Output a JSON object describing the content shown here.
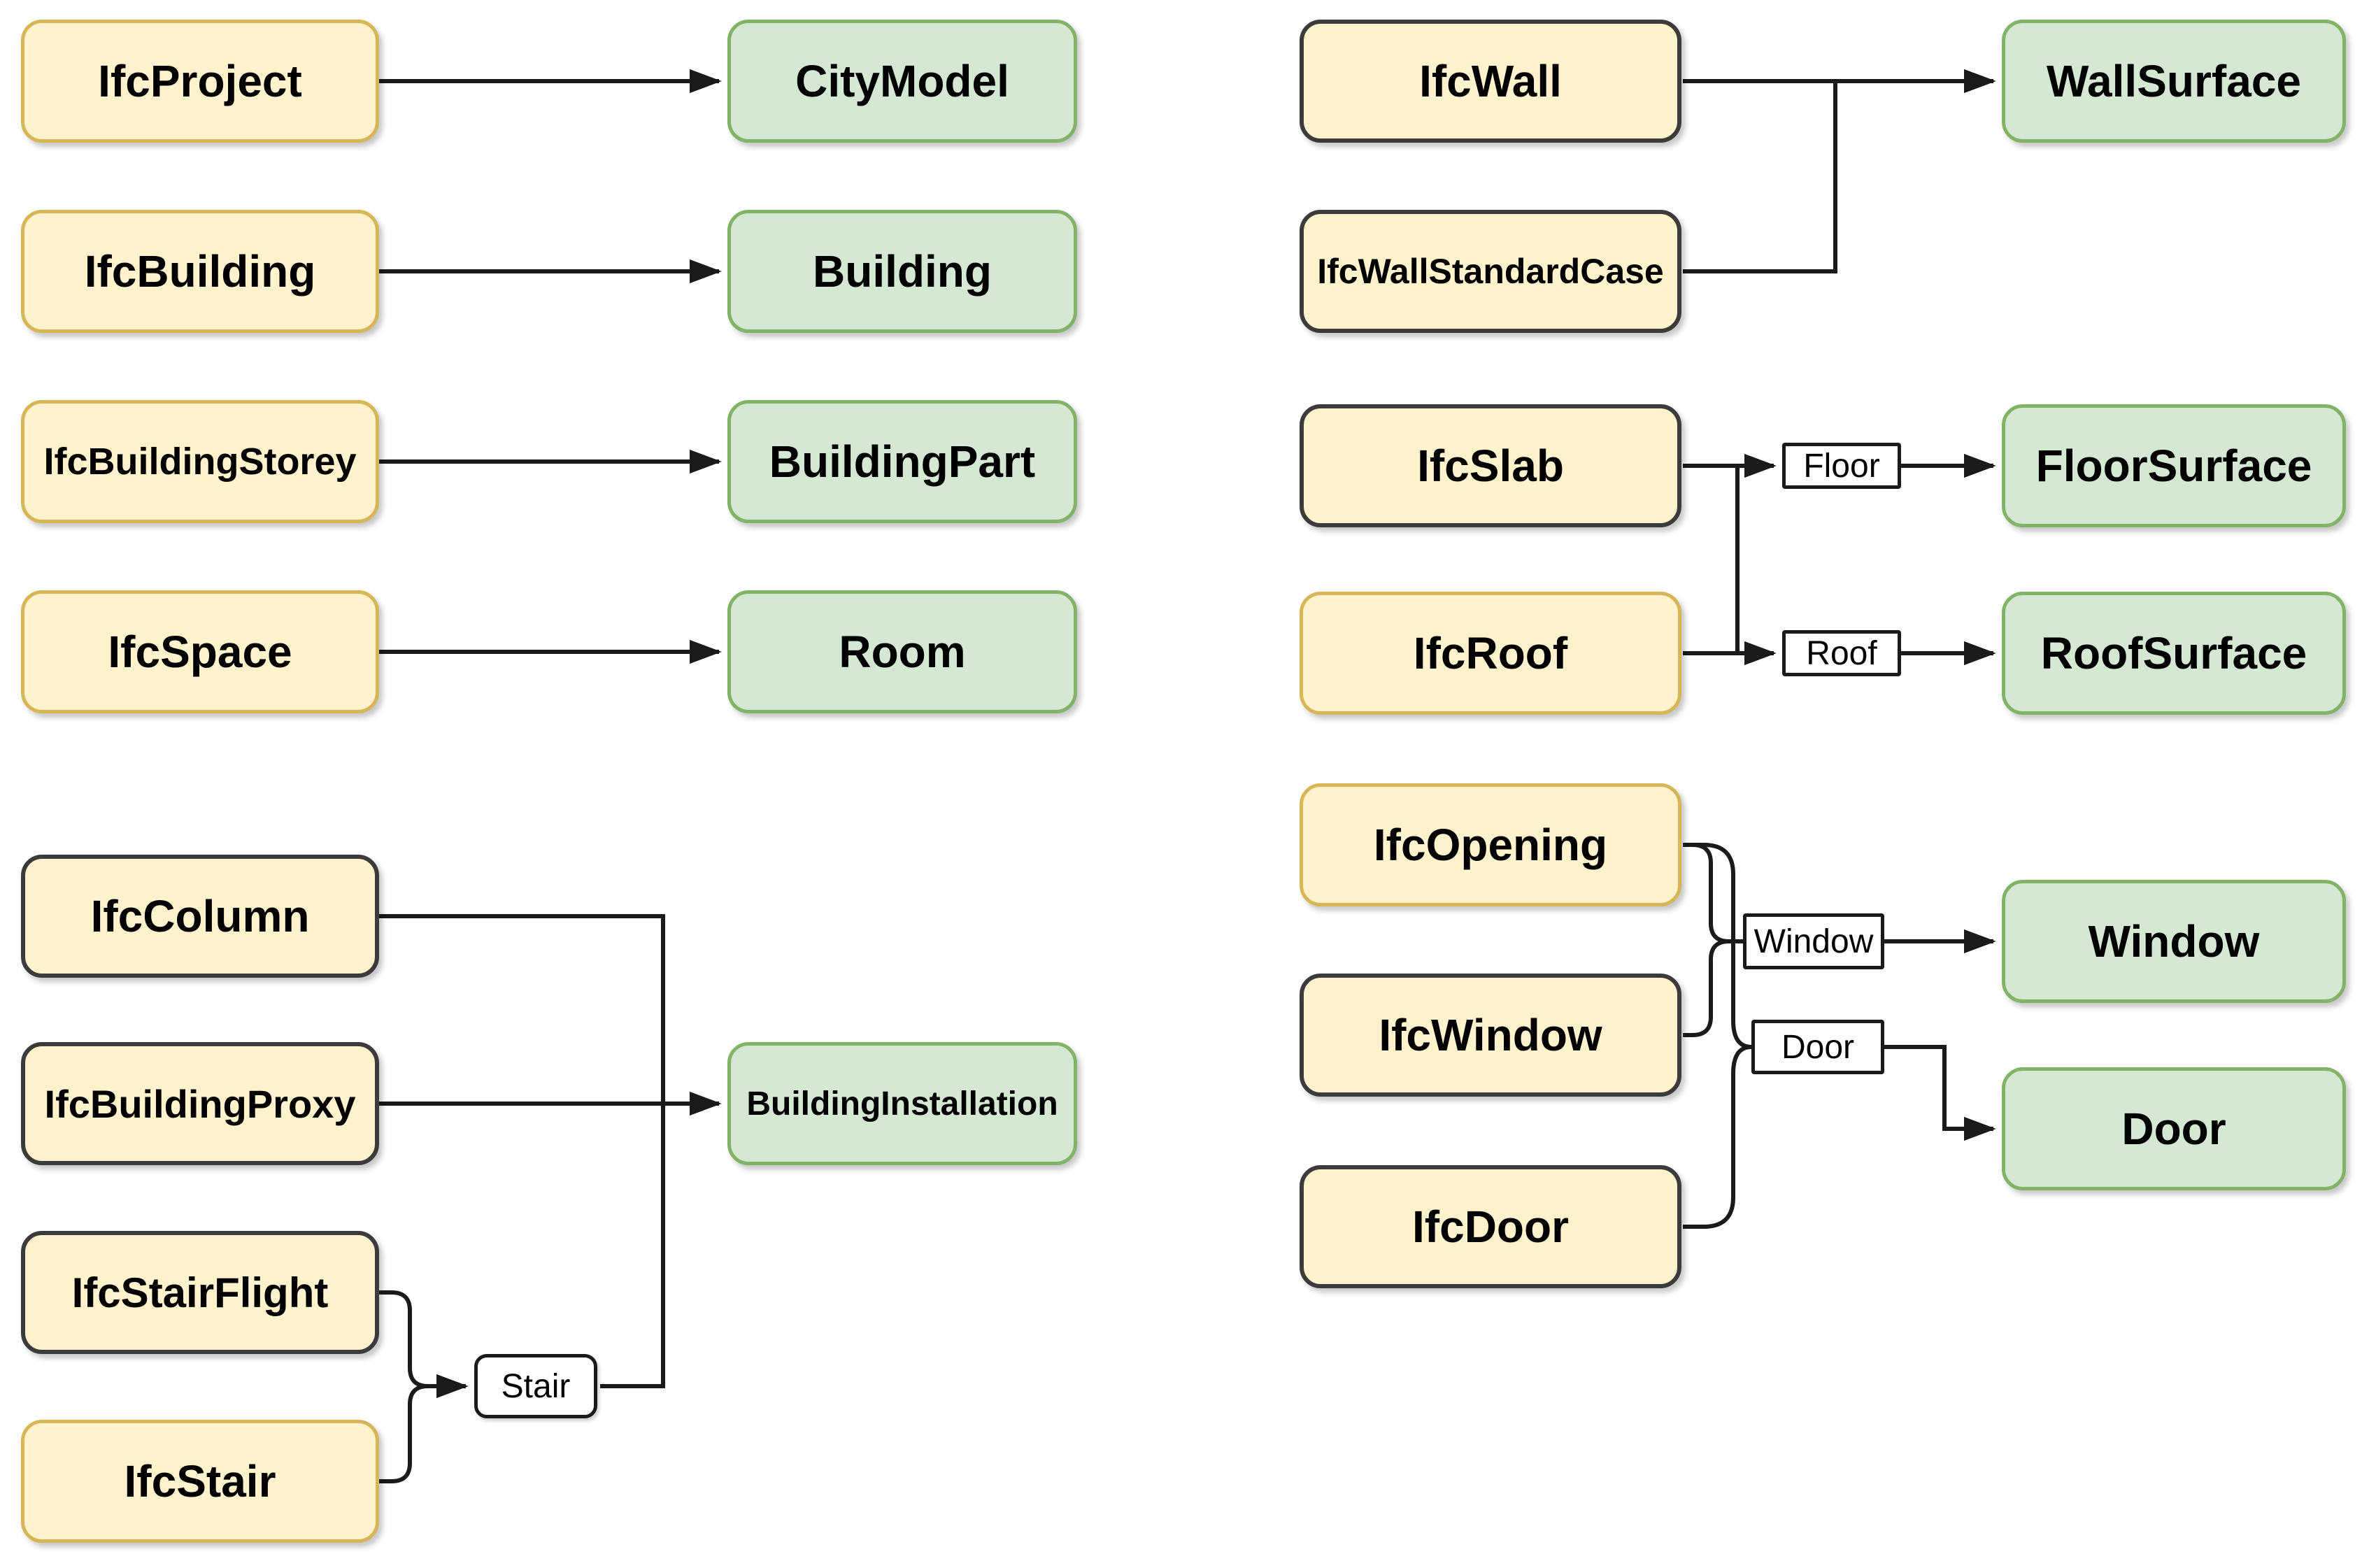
{
  "nodes": {
    "ifcProject": {
      "label": "IfcProject"
    },
    "ifcBuilding": {
      "label": "IfcBuilding"
    },
    "ifcBuildingStorey": {
      "label": "IfcBuildingStorey"
    },
    "ifcSpace": {
      "label": "IfcSpace"
    },
    "ifcColumn": {
      "label": "IfcColumn"
    },
    "ifcBuildingProxy": {
      "label": "IfcBuildingProxy"
    },
    "ifcStairFlight": {
      "label": "IfcStairFlight"
    },
    "ifcStair": {
      "label": "IfcStair"
    },
    "ifcWall": {
      "label": "IfcWall"
    },
    "ifcWallStandardCase": {
      "label": "IfcWallStandardCase"
    },
    "ifcSlab": {
      "label": "IfcSlab"
    },
    "ifcRoof": {
      "label": "IfcRoof"
    },
    "ifcOpening": {
      "label": "IfcOpening"
    },
    "ifcWindow": {
      "label": "IfcWindow"
    },
    "ifcDoor": {
      "label": "IfcDoor"
    },
    "cityModel": {
      "label": "CityModel"
    },
    "building": {
      "label": "Building"
    },
    "buildingPart": {
      "label": "BuildingPart"
    },
    "room": {
      "label": "Room"
    },
    "buildingInstallation": {
      "label": "BuildingInstallation"
    },
    "wallSurface": {
      "label": "WallSurface"
    },
    "floorSurface": {
      "label": "FloorSurface"
    },
    "roofSurface": {
      "label": "RoofSurface"
    },
    "window": {
      "label": "Window"
    },
    "door": {
      "label": "Door"
    }
  },
  "tags": {
    "stair": "Stair",
    "floor": "Floor",
    "roof": "Roof",
    "window": "Window",
    "door": "Door"
  },
  "colors": {
    "ifc_fill": "#FFF2CC",
    "ifc_border_gold": "#D6B656",
    "ifc_border_dark": "#3B3B3B",
    "citygml_fill": "#D5E8D4",
    "citygml_border": "#82B366",
    "tag_fill": "#FFFFFF",
    "edge": "#1A1A1A",
    "background": "#FFFFFF"
  },
  "mappings": [
    {
      "from": "IfcProject",
      "to": "CityModel"
    },
    {
      "from": "IfcBuilding",
      "to": "Building"
    },
    {
      "from": "IfcBuildingStorey",
      "to": "BuildingPart"
    },
    {
      "from": "IfcSpace",
      "to": "Room"
    },
    {
      "from": "IfcColumn",
      "to": "BuildingInstallation"
    },
    {
      "from": "IfcBuildingProxy",
      "to": "BuildingInstallation"
    },
    {
      "from": "IfcStairFlight",
      "via": "Stair",
      "to": "BuildingInstallation"
    },
    {
      "from": "IfcStair",
      "via": "Stair",
      "to": "BuildingInstallation"
    },
    {
      "from": "IfcWall",
      "to": "WallSurface"
    },
    {
      "from": "IfcWallStandardCase",
      "to": "WallSurface"
    },
    {
      "from": "IfcSlab",
      "via": "Floor",
      "to": "FloorSurface"
    },
    {
      "from": "IfcRoof",
      "via": "Roof",
      "to": "RoofSurface"
    },
    {
      "from": "IfcOpening",
      "via": "Window",
      "to": "Window"
    },
    {
      "from": "IfcWindow",
      "via": "Window",
      "to": "Window"
    },
    {
      "from": "IfcOpening",
      "via": "Door",
      "to": "Door"
    },
    {
      "from": "IfcDoor",
      "via": "Door",
      "to": "Door"
    }
  ]
}
